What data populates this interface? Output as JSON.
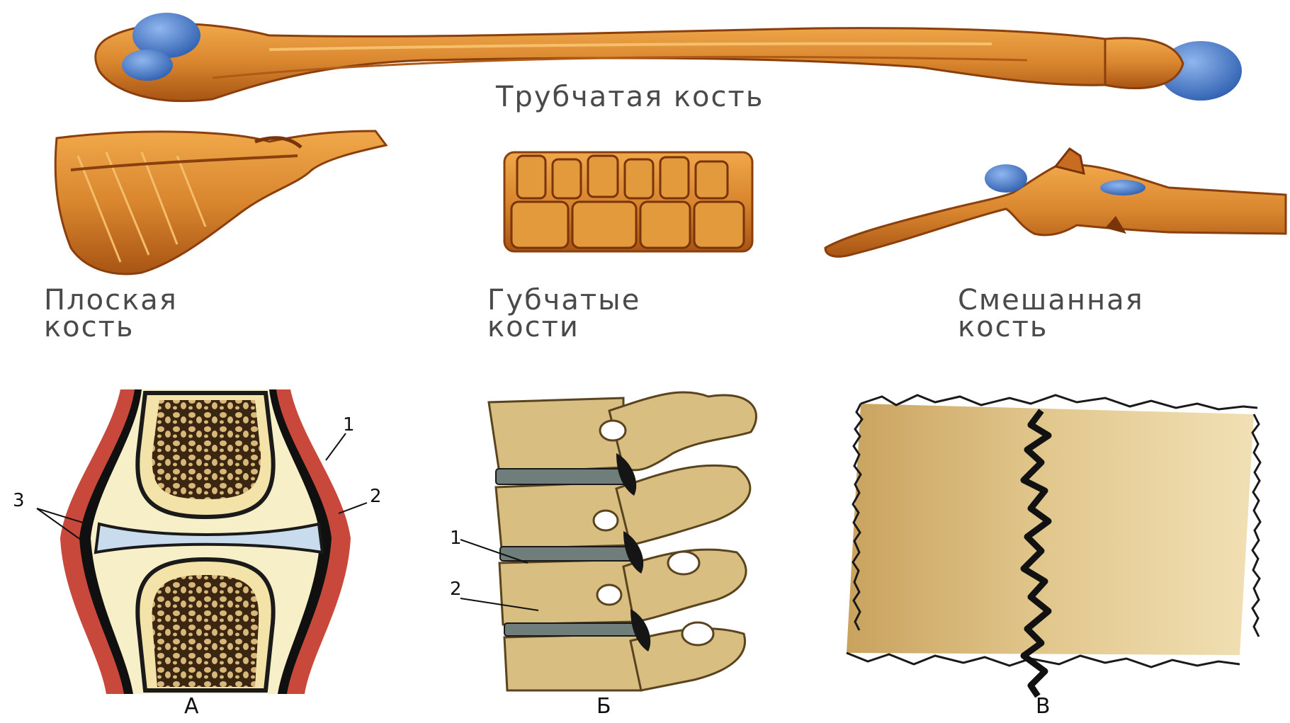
{
  "top_panel": {
    "tubular_label": "Трубчатая кость",
    "flat_label": [
      "Плоская",
      "кость"
    ],
    "spongy_label": [
      "Губчатые",
      "кости"
    ],
    "mixed_label": [
      "Смешанная",
      "кость"
    ]
  },
  "bottom_panel": {
    "panel_a": {
      "caption": "А",
      "markers": [
        "1",
        "2",
        "3"
      ]
    },
    "panel_b": {
      "caption": "Б",
      "markers": [
        "1",
        "2"
      ]
    },
    "panel_v": {
      "caption": "В"
    }
  },
  "colors": {
    "bone": "#d9862f",
    "bone_dark": "#9a4a12",
    "cartilage": "#4a7fd0",
    "beige_bone": "#d9be82",
    "suture": "#1a1a1a",
    "capsule": "#c8483b",
    "synovial": "#c9dcee"
  }
}
